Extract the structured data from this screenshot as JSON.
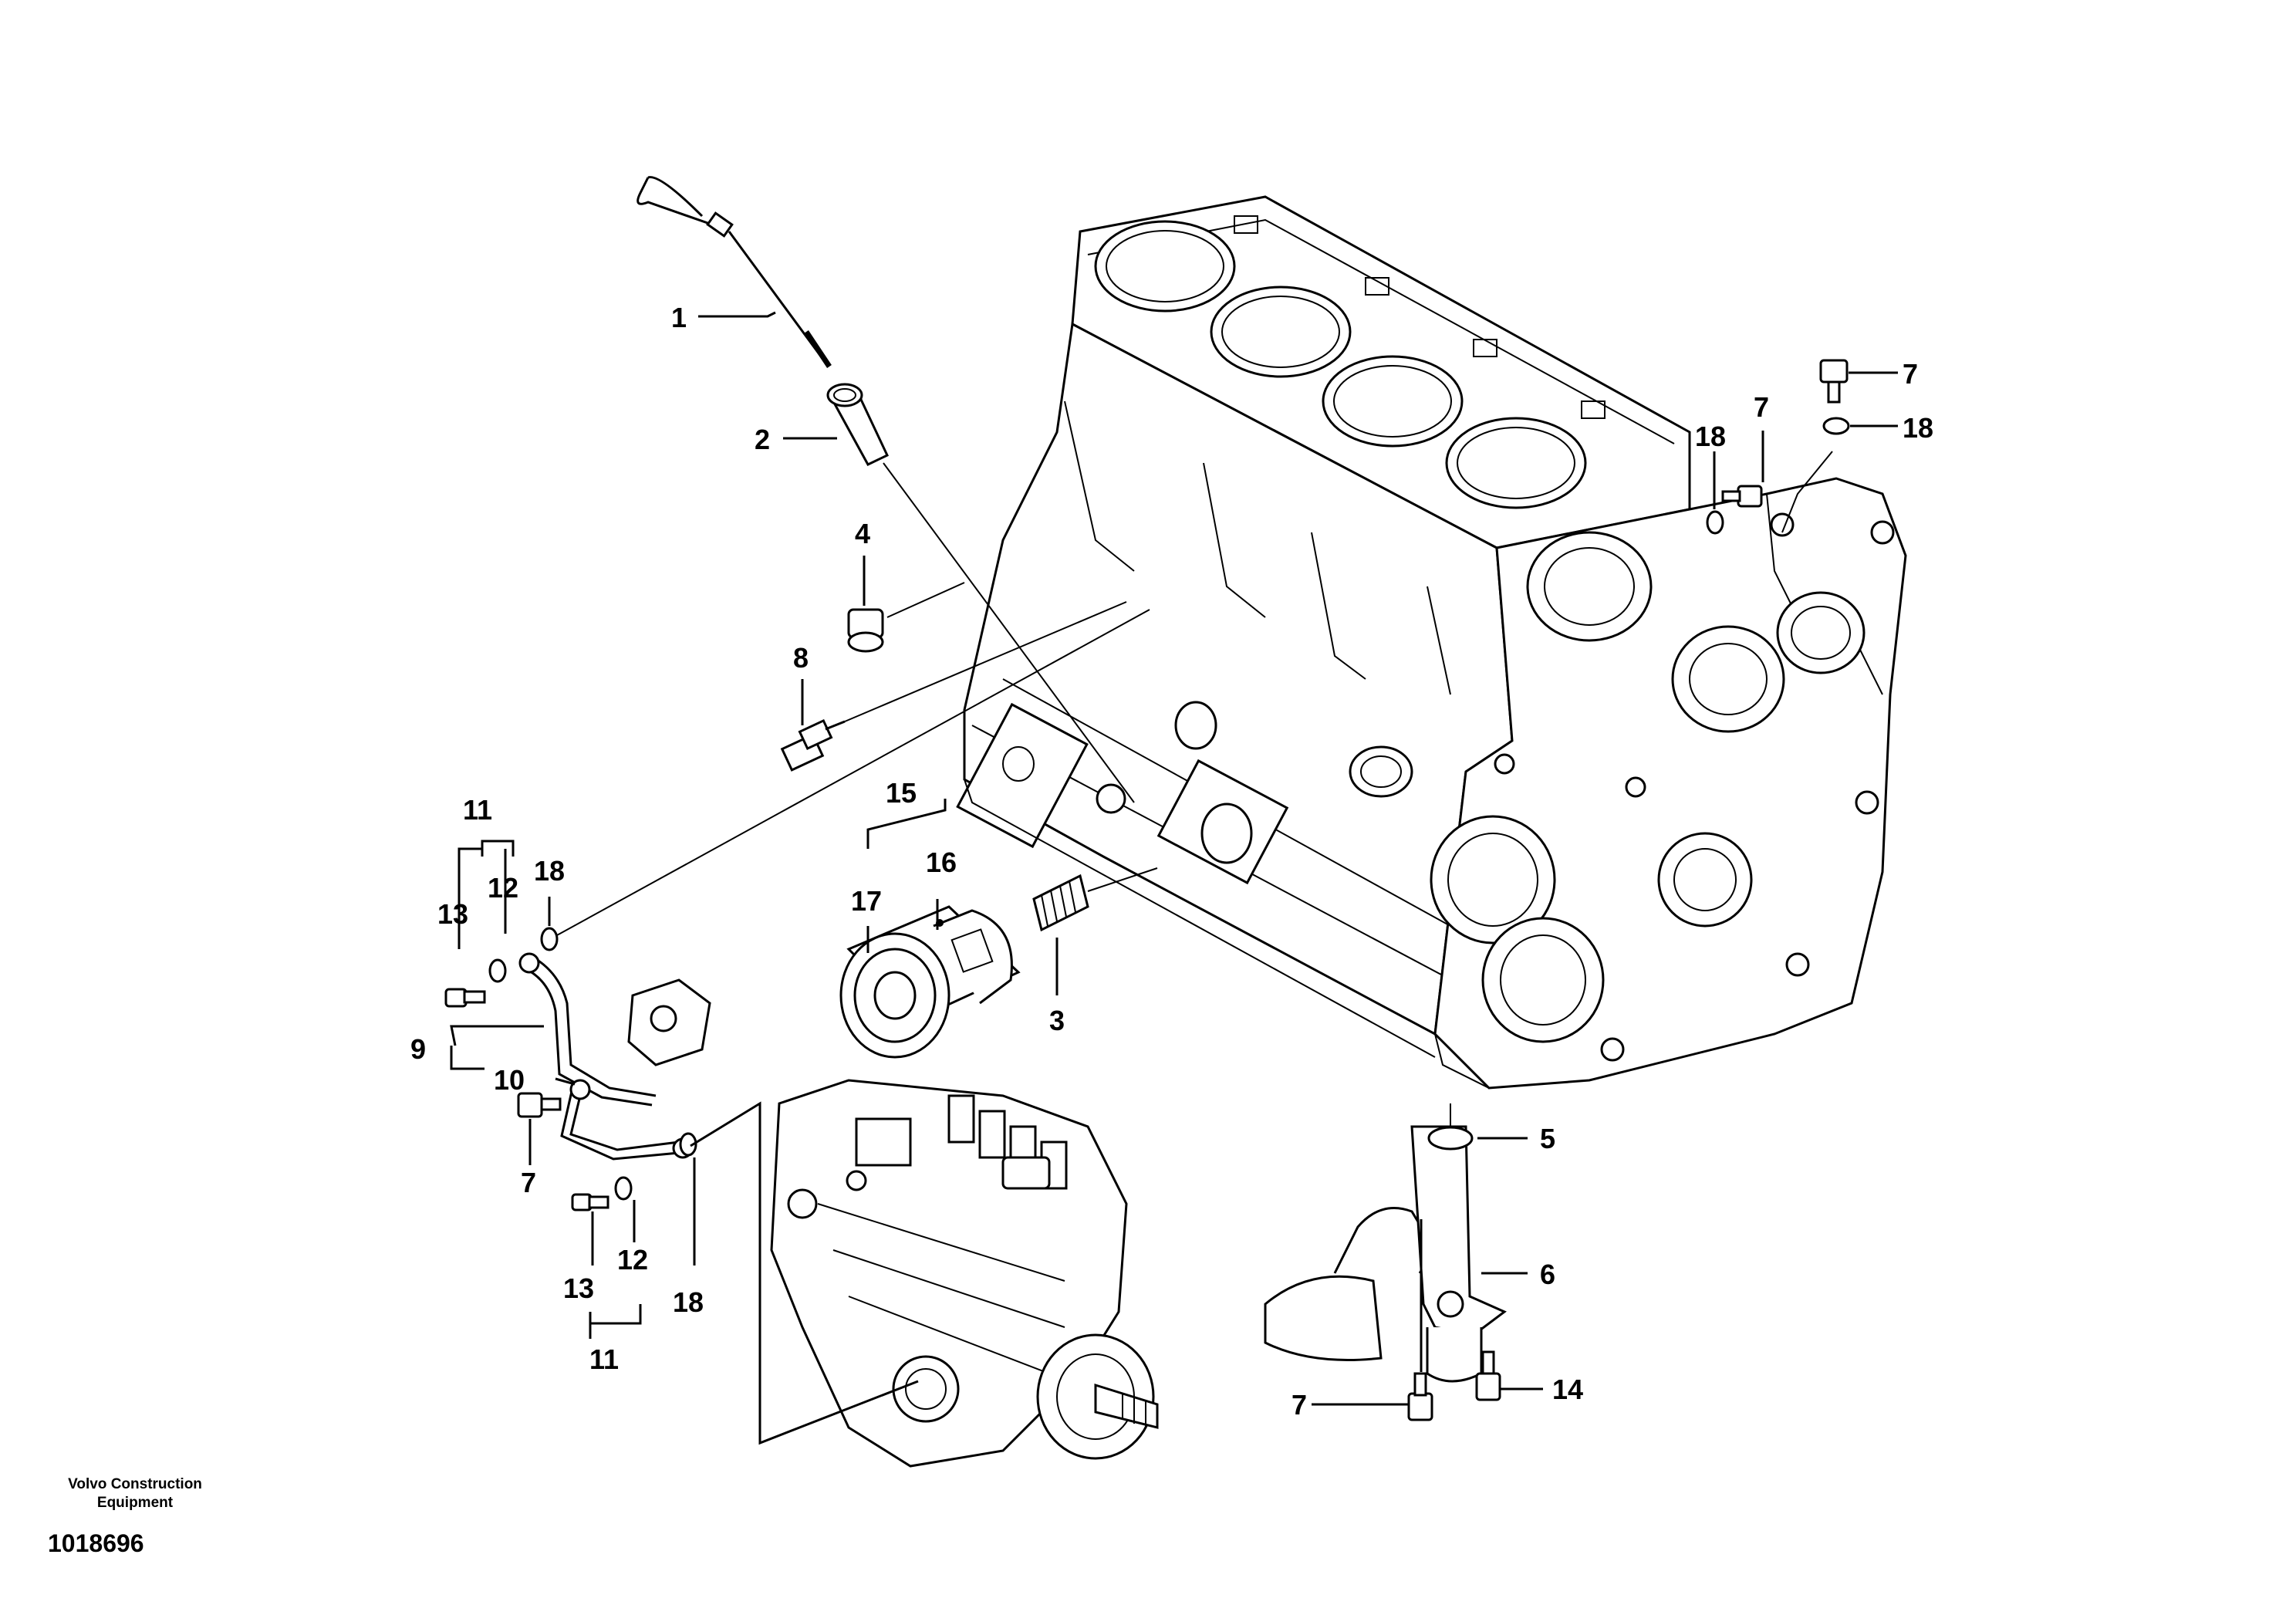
{
  "caption": {
    "organization": "Volvo Construction Equipment",
    "drawing_number": "1018696"
  },
  "callouts": [
    "1",
    "2",
    "3",
    "4",
    "5",
    "6",
    "7",
    "7",
    "7",
    "7",
    "8",
    "9",
    "10",
    "11",
    "11",
    "12",
    "12",
    "13",
    "13",
    "14",
    "15",
    "16",
    "17",
    "18",
    "18",
    "18",
    "18"
  ]
}
